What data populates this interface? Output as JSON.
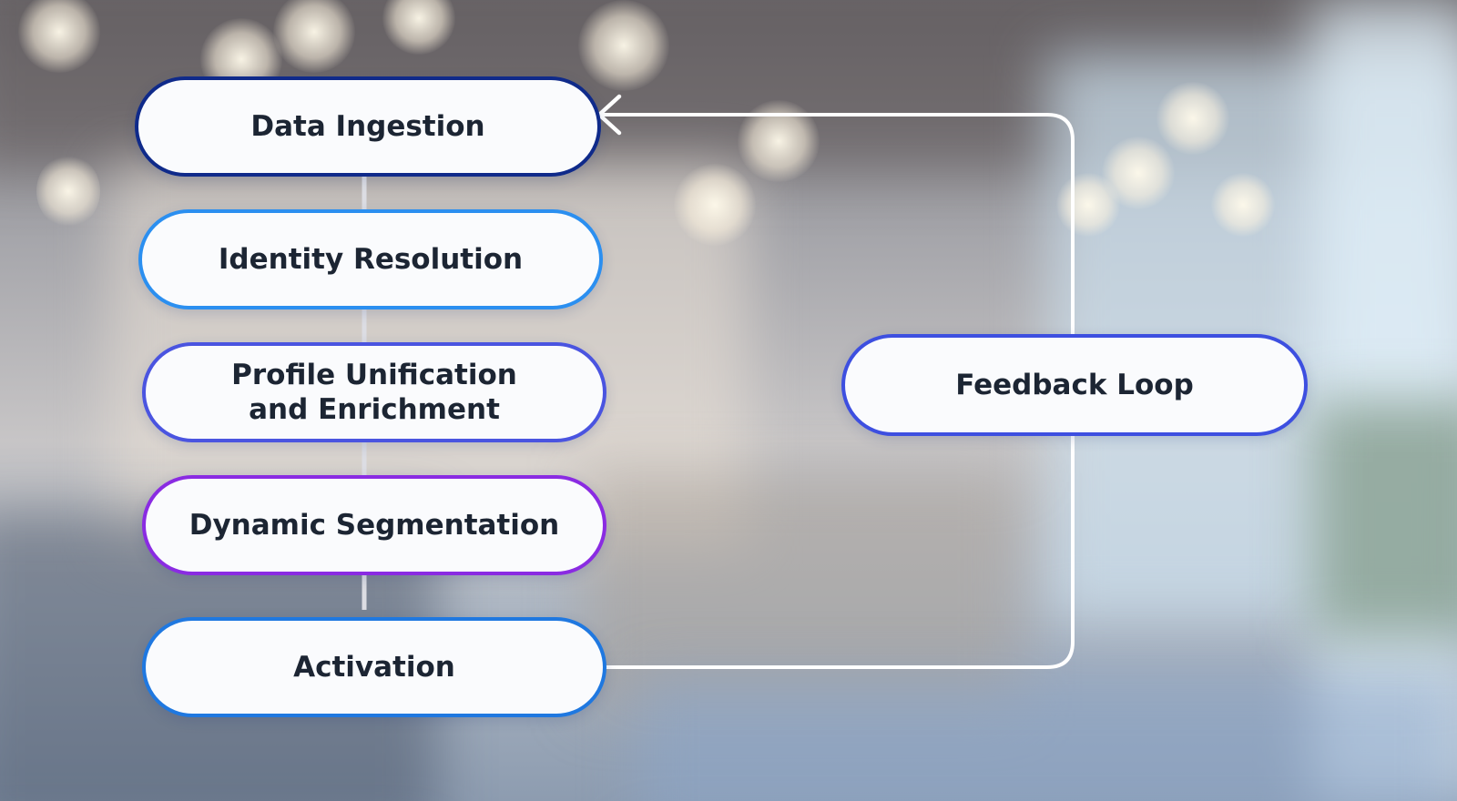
{
  "steps": [
    {
      "label": "Data Ingestion",
      "border_color": "#0f2a8a"
    },
    {
      "label": "Identity Resolution",
      "border_color": "#2b8ff0"
    },
    {
      "label": "Profile Unification\nand Enrichment",
      "border_color": "#4a54e0"
    },
    {
      "label": "Dynamic Segmentation",
      "border_color": "#8a2be2"
    },
    {
      "label": "Activation",
      "border_color": "#1f78e0"
    }
  ],
  "feedback": {
    "label": "Feedback Loop",
    "border_color": "#3d4fe0"
  },
  "colors": {
    "connector_vertical": "#dcdde3",
    "connector_loop": "#ffffff"
  }
}
